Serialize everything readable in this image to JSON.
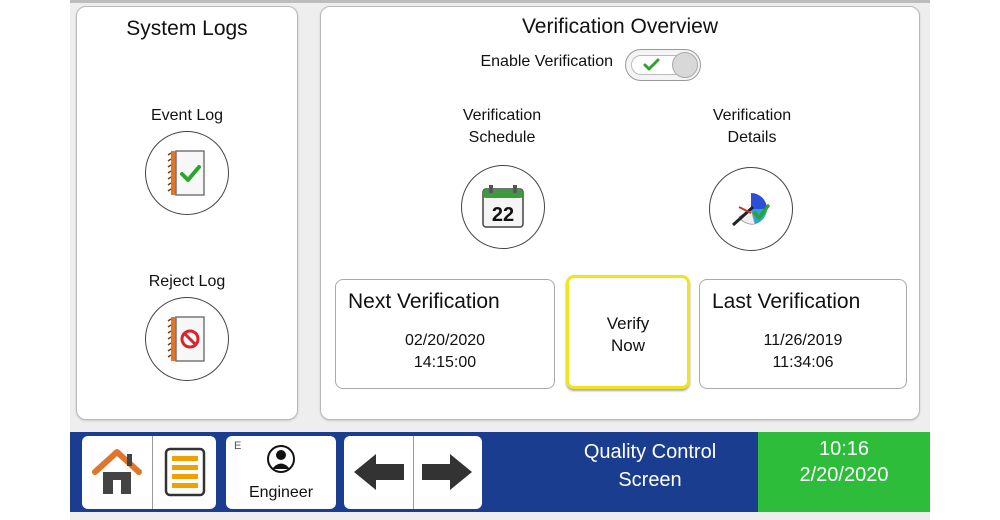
{
  "system_logs": {
    "title": "System Logs",
    "event_log_label": "Event Log",
    "reject_log_label": "Reject Log"
  },
  "verification": {
    "title": "Verification Overview",
    "enable_label": "Enable Verification",
    "enabled": true,
    "schedule_label_line1": "Verification",
    "schedule_label_line2": "Schedule",
    "calendar_day": "22",
    "details_label_line1": "Verification",
    "details_label_line2": "Details",
    "next": {
      "title": "Next Verification",
      "date": "02/20/2020",
      "time": "14:15:00"
    },
    "verify_now_line1": "Verify",
    "verify_now_line2": "Now",
    "last": {
      "title": "Last Verification",
      "date": "11/26/2019",
      "time": "11:34:06"
    }
  },
  "bottom_bar": {
    "user_level": "E",
    "user_role": "Engineer",
    "screen_title_line1": "Quality Control",
    "screen_title_line2": "Screen",
    "clock_time": "10:16",
    "clock_date": "2/20/2020"
  },
  "colors": {
    "bar_blue": "#1b3d8f",
    "clock_green": "#2dbd3b",
    "verify_highlight": "#f2e41a",
    "check_green": "#2ea42e"
  }
}
